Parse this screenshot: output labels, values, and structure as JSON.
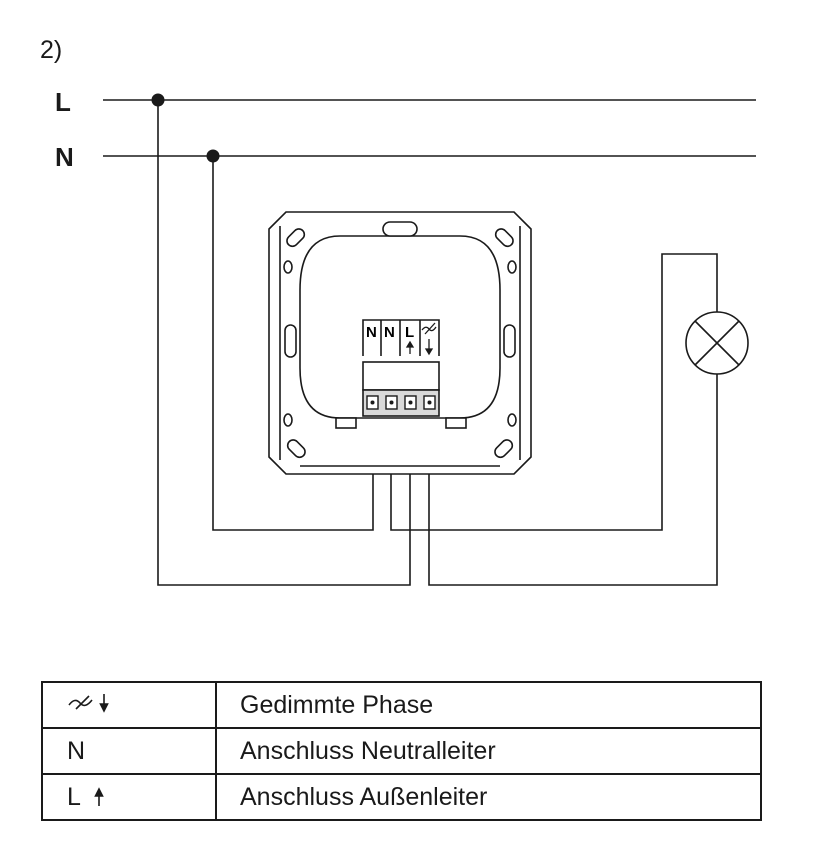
{
  "step_label": "2)",
  "bus": {
    "L": "L",
    "N": "N"
  },
  "terminals": {
    "n1": "N",
    "n2": "N",
    "l": "L"
  },
  "legend": [
    {
      "symbol_icon": "dimmed-phase-arrow-down-icon",
      "symbol_text": "",
      "description": "Gedimmte Phase"
    },
    {
      "symbol_icon": "",
      "symbol_text": "N",
      "description": "Anschluss Neutralleiter"
    },
    {
      "symbol_icon": "phase-arrow-up-icon",
      "symbol_text": "L",
      "description": "Anschluss Außenleiter"
    }
  ],
  "colors": {
    "line": "#1a1a1a",
    "background": "#ffffff"
  }
}
